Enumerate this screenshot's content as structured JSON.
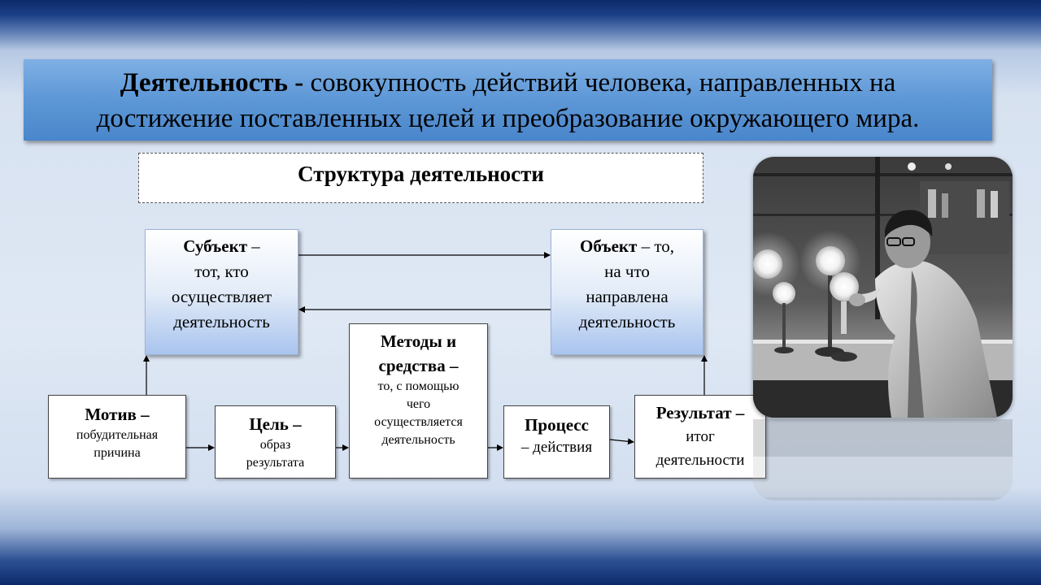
{
  "definition": {
    "term": "Деятельность -",
    "text_line1": "совокупность действий человека, направленных на",
    "text_line2": "достижение поставленных целей и преобразование окружающего мира."
  },
  "structure": {
    "title": "Структура деятельности"
  },
  "subject": {
    "term": "Субъект",
    "text1": " –",
    "text2": "тот, кто",
    "text3": "осуществляет",
    "text4": "деятельность"
  },
  "object": {
    "term": "Объект",
    "text1": " – то,",
    "text2": "на что",
    "text3": "направлена",
    "text4": "деятельность"
  },
  "motive": {
    "term": "Мотив –",
    "text1": "побудительная",
    "text2": "причина"
  },
  "goal": {
    "term": "Цель –",
    "text1": "образ",
    "text2": "результата"
  },
  "methods": {
    "term1": "Методы и",
    "term2": "средства –",
    "text1": "то, с помощью",
    "text2": "чего",
    "text3": "осуществляется",
    "text4": "деятельность"
  },
  "process": {
    "term": "Процесс",
    "text": "– действия"
  },
  "result": {
    "term": "Результат –",
    "text1": "итог",
    "text2": "деятельности"
  },
  "photo": {
    "icon": "scientist-lab-photo"
  }
}
